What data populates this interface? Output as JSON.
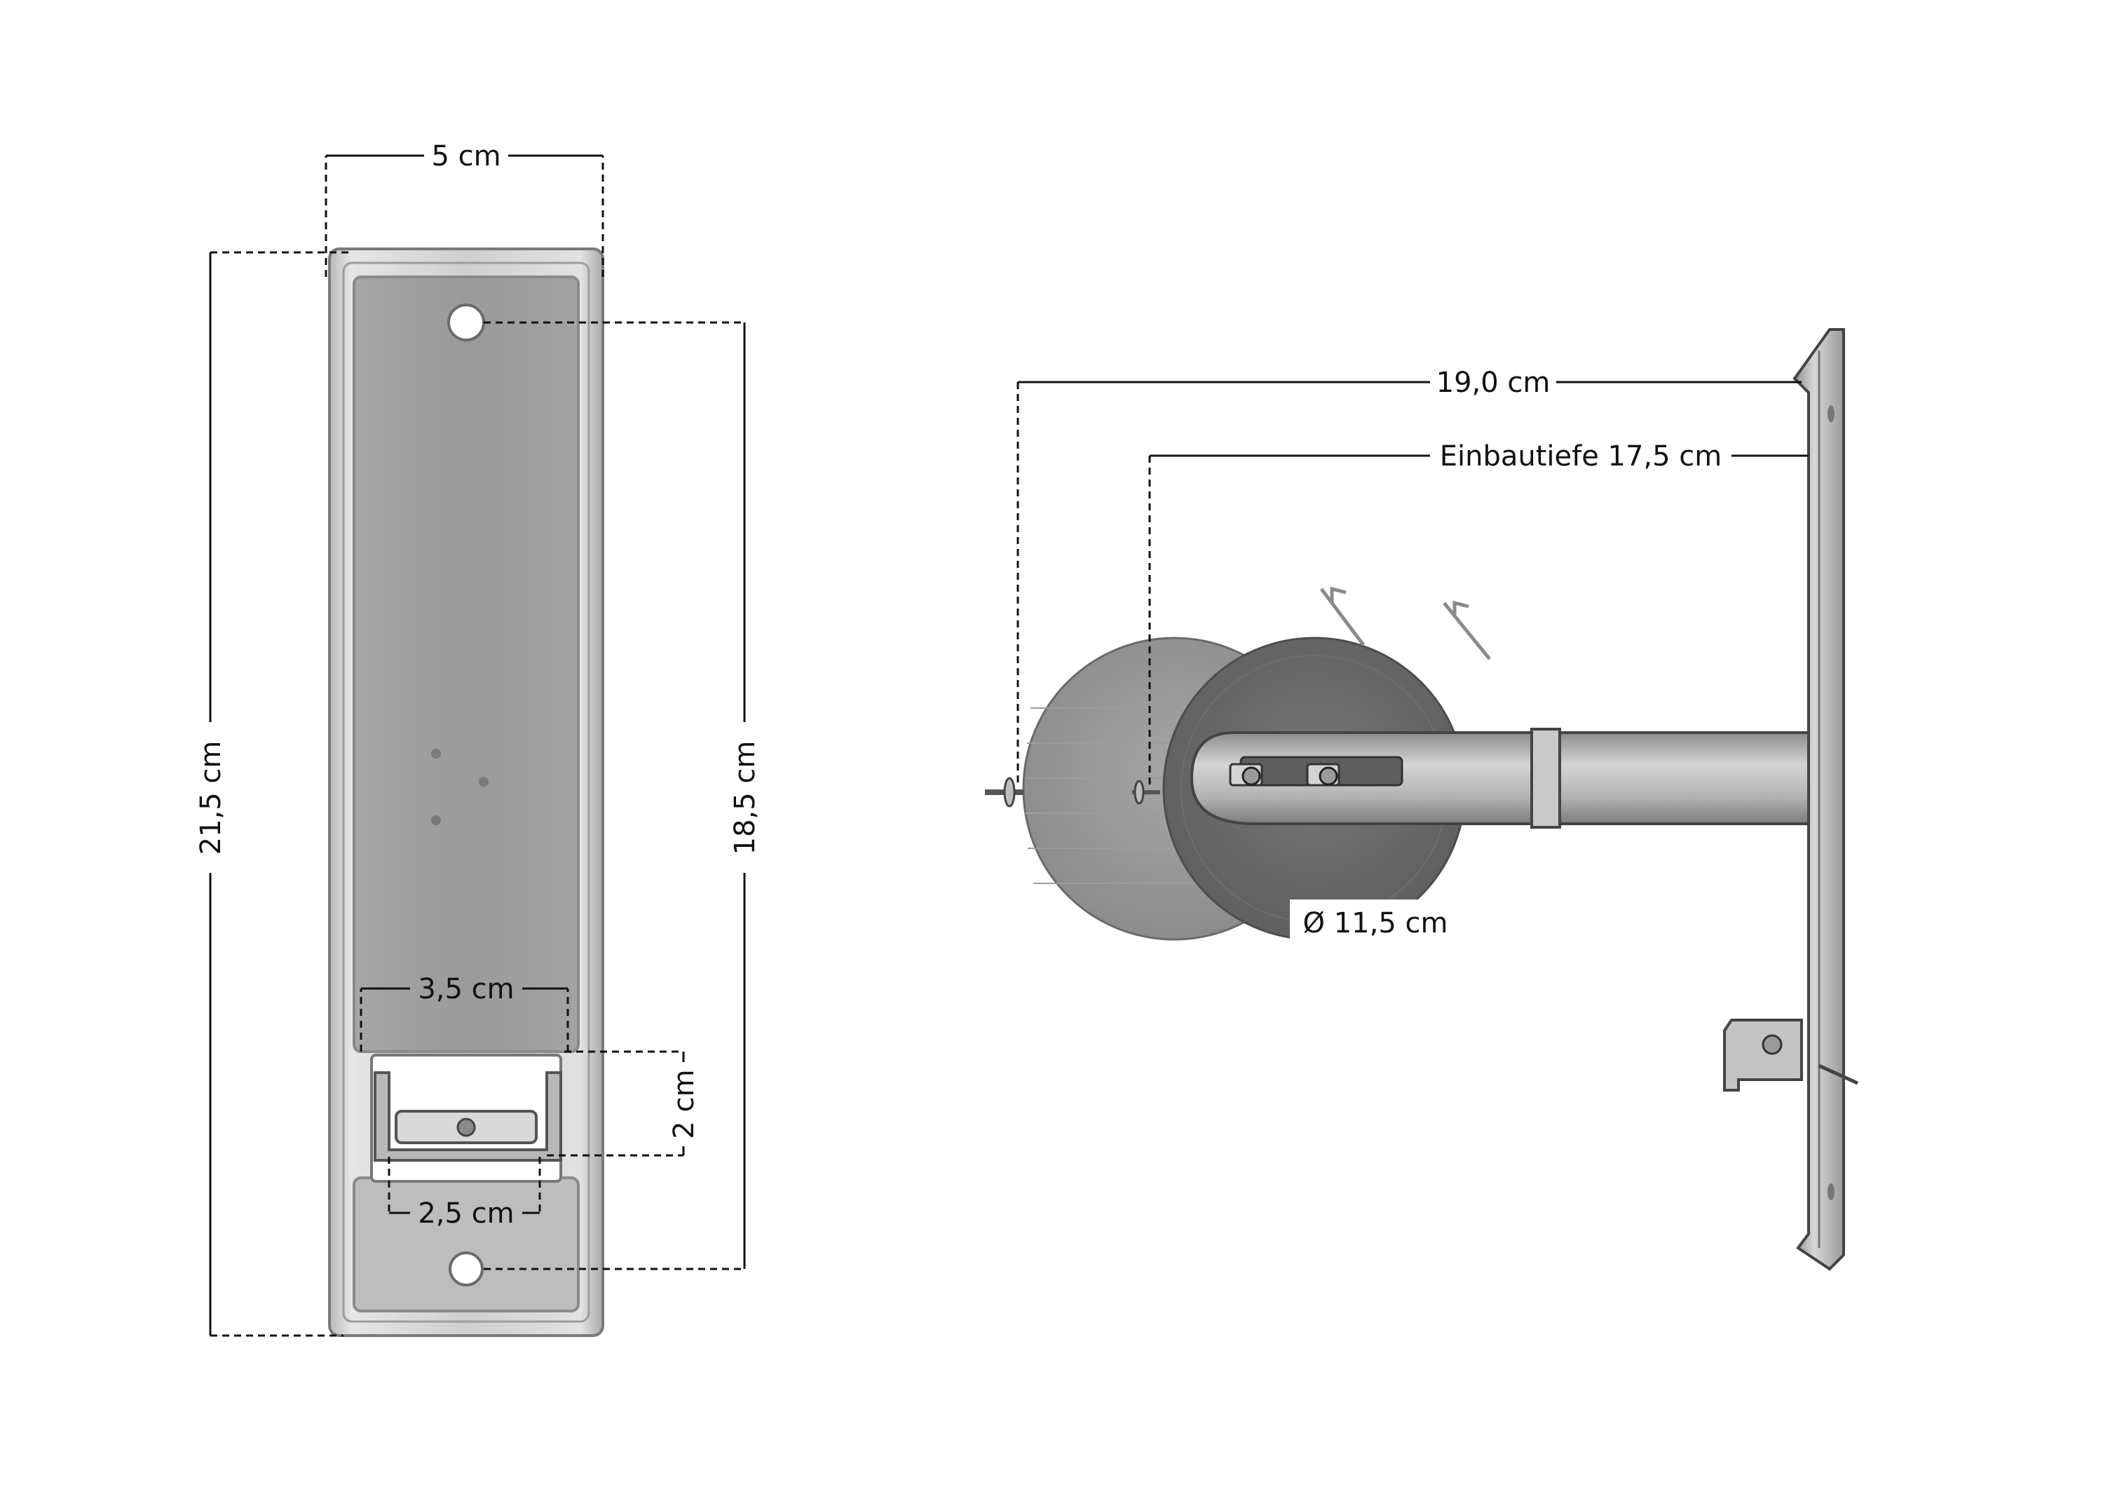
{
  "figure": {
    "front_view": {
      "width_label": "5 cm",
      "height_label": "21,5 cm",
      "hole_distance_label": "18,5 cm",
      "slot_width_label": "3,5 cm",
      "slot_height_label": "2 cm",
      "guide_width_label": "2,5 cm"
    },
    "side_view": {
      "total_depth_label": "19,0 cm",
      "installation_depth_label": "Einbautiefe 17,5 cm",
      "disc_diameter_label": "Ø 11,5 cm"
    }
  },
  "colors": {
    "line": "#111111",
    "metal_light": "#d4d4d4",
    "metal_mid": "#a8a8a8",
    "metal_dark": "#6e6e6e",
    "disc": "#8a8a8a"
  }
}
